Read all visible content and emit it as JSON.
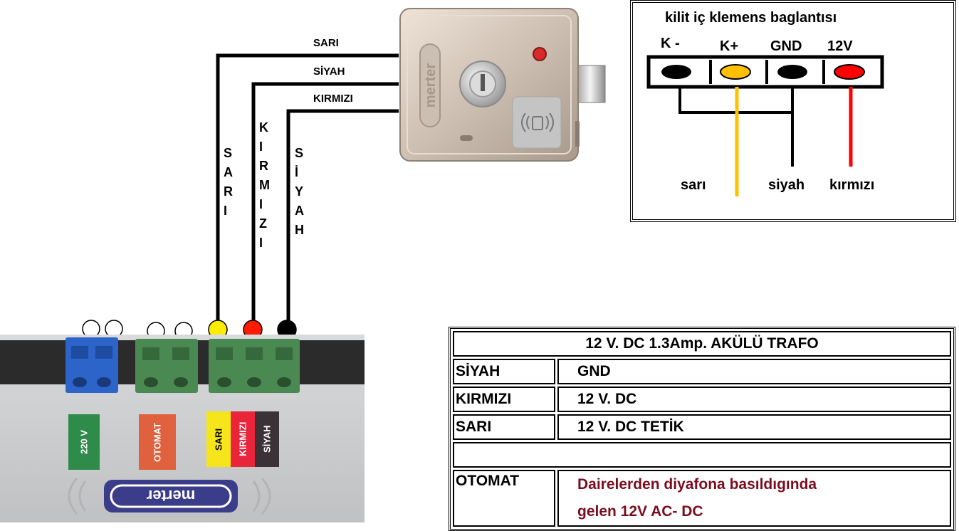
{
  "wires": {
    "top_labels": {
      "sari": "SARI",
      "siyah": "SİYAH",
      "kirmizi": "KIRMIZI"
    },
    "vertical_labels": {
      "sari": [
        "S",
        "A",
        "R",
        "I"
      ],
      "kirmizi": [
        "K",
        "I",
        "R",
        "M",
        "I",
        "Z",
        "I"
      ],
      "siyah": [
        "S",
        "İ",
        "Y",
        "A",
        "H"
      ]
    },
    "colors": {
      "black": "#000000",
      "yellow": "#ffec00",
      "red": "#ff1a00",
      "orange": "#ffc000"
    }
  },
  "lock": {
    "brand": "merter",
    "icon": "rfid-contactless-icon"
  },
  "terminal_box": {
    "title": "kilit iç klemens baglantısı",
    "pins": [
      {
        "label": "K -",
        "color": "#000000"
      },
      {
        "label": "K+",
        "color": "#ffc000"
      },
      {
        "label": "GND",
        "color": "#000000"
      },
      {
        "label": "12V",
        "color": "#ff0000"
      }
    ],
    "wire_labels": {
      "sari": "sarı",
      "siyah": "siyah",
      "kirmizi": "kırmızı"
    }
  },
  "device": {
    "brand": "merter",
    "labels": [
      {
        "text": "220 V",
        "color": "#2e8b4a"
      },
      {
        "text": "OTOMAT",
        "color": "#e0613d"
      },
      {
        "text": "SARI",
        "color": "#f5e51a",
        "text_color": "#000000"
      },
      {
        "text": "KIRMIZI",
        "color": "#e8253a"
      },
      {
        "text": "SİYAH",
        "color": "#3a3236"
      }
    ],
    "terminal_markers": [
      "#ffffff",
      "#ffffff",
      "#ffffff",
      "#ffffff",
      "#ffec00",
      "#ff1a00",
      "#000000"
    ]
  },
  "table": {
    "header": "12 V. DC 1.3Amp. AKÜLÜ TRAFO",
    "rows": [
      {
        "name": "SİYAH",
        "value": "GND"
      },
      {
        "name": "KIRMIZI",
        "value": "12 V. DC"
      },
      {
        "name": "SARI",
        "value": "12 V. DC TETİK"
      }
    ],
    "otomat": {
      "name": "OTOMAT",
      "value_line1": "Dairelerden diyafona basıldıgında",
      "value_line2": "gelen 12V AC- DC"
    }
  }
}
